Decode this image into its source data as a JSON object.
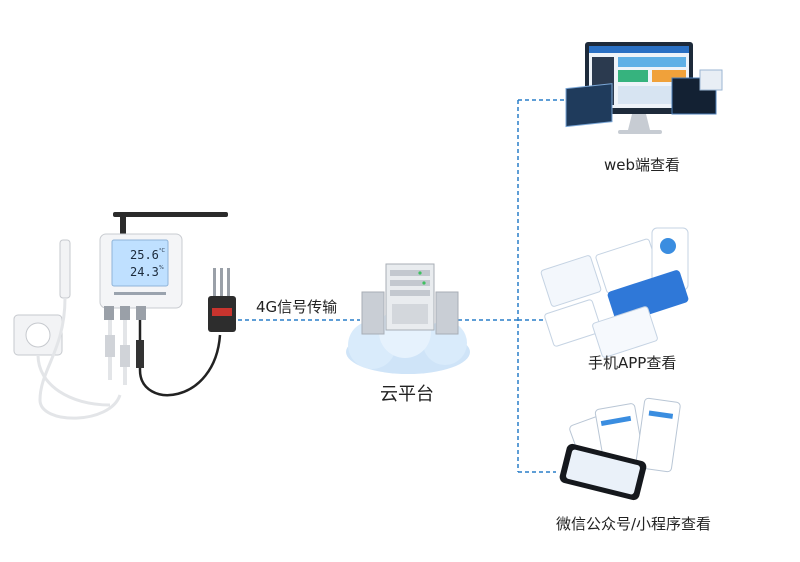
{
  "device": {
    "temperature": "25.6",
    "humidity": "24.3",
    "temperature_unit": "°C",
    "humidity_unit": "%"
  },
  "link_label": "4G信号传输",
  "cloud_label": "云平台",
  "endpoints": [
    {
      "label": "web端查看",
      "icon": "monitor-icon"
    },
    {
      "label": "手机APP查看",
      "icon": "phone-app-icon"
    },
    {
      "label": "微信公众号/小程序查看",
      "icon": "wechat-miniprogram-icon"
    }
  ],
  "colors": {
    "line": "#2a7fc9",
    "cloud": "#cfe4f8",
    "device_body": "#f4f5f7",
    "screen": "#bfe0ff"
  }
}
